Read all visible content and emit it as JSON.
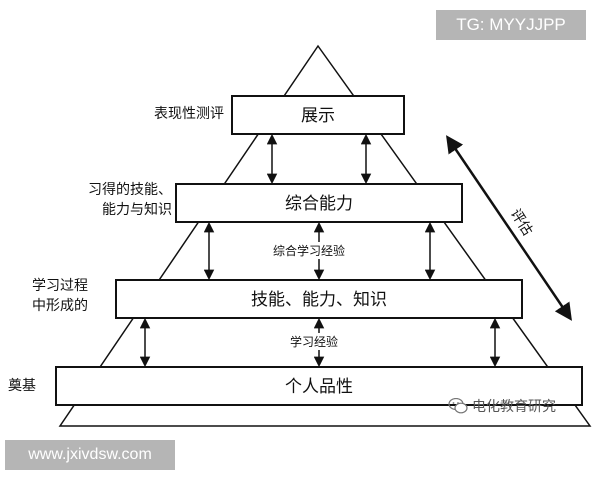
{
  "watermarks": {
    "top_right": "TG: MYYJJPP",
    "bottom_left": "www.jxivdsw.com",
    "wechat_account": "电化教育研究"
  },
  "pyramid": {
    "layers": [
      {
        "label": "展示",
        "side_label": "表现性测评"
      },
      {
        "label": "综合能力",
        "side_label_lines": [
          "习得的技能、",
          "能力与知识"
        ]
      },
      {
        "label": "技能、能力、知识",
        "side_label_lines": [
          "学习过程",
          "中形成的"
        ]
      },
      {
        "label": "个人品性",
        "side_label": "奠基"
      }
    ],
    "connectors": [
      "综合学习经验",
      "学习经验"
    ],
    "evaluation_label": "评估"
  }
}
